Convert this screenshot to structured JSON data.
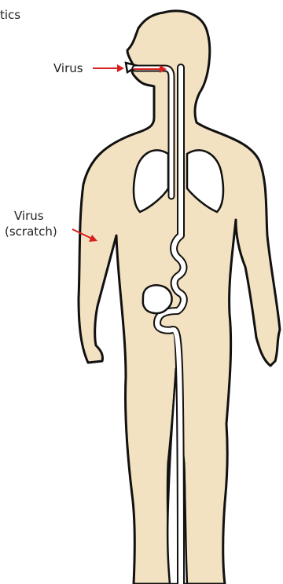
{
  "header": {
    "partial_text": "tics"
  },
  "labels": {
    "virus_mouth": "Virus",
    "virus_scratch_line1": "Virus",
    "virus_scratch_line2": "(scratch)"
  },
  "colors": {
    "body_fill": "#f3e2c1",
    "outline": "#111111",
    "arrow": "#d9201e",
    "text": "#1f1f1f",
    "background": "#ffffff"
  }
}
